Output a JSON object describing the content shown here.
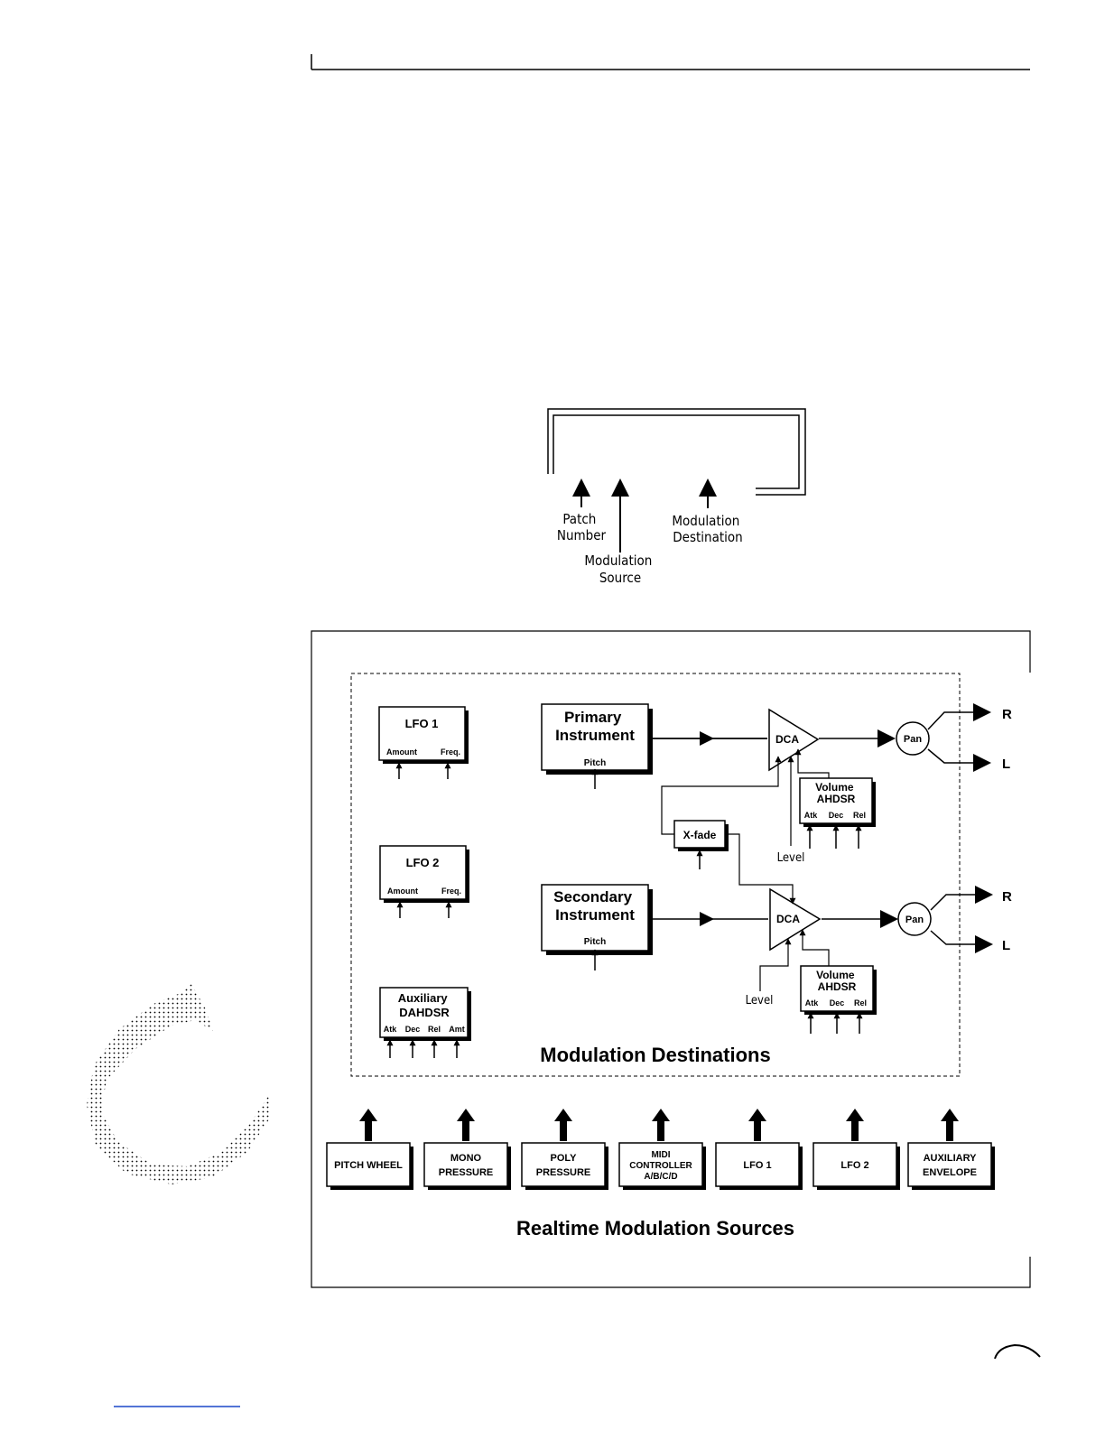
{
  "lcd_callout": {
    "patch_number": [
      "Patch",
      "Number"
    ],
    "modulation_source": [
      "Modulation",
      "Source"
    ],
    "modulation_destination": [
      "Modulation",
      "Destination"
    ]
  },
  "diagram": {
    "lfo1": {
      "title": "LFO 1",
      "amount": "Amount",
      "freq": "Freq."
    },
    "lfo2": {
      "title": "LFO 2",
      "amount": "Amount",
      "freq": "Freq."
    },
    "aux_env": {
      "title": [
        "Auxiliary",
        "DAHDSR"
      ],
      "atk": "Atk",
      "dec": "Dec",
      "rel": "Rel",
      "amt": "Amt"
    },
    "primary": {
      "title": [
        "Primary",
        "Instrument"
      ],
      "pitch": "Pitch"
    },
    "secondary": {
      "title": [
        "Secondary",
        "Instrument"
      ],
      "pitch": "Pitch"
    },
    "dca": "DCA",
    "pan": "Pan",
    "xfade": "X-fade",
    "level": "Level",
    "volume_env": {
      "title": [
        "Volume",
        "AHDSR"
      ],
      "atk": "Atk",
      "dec": "Dec",
      "rel": "Rel"
    },
    "out_r": "R",
    "out_l": "L",
    "destinations_label": "Modulation Destinations",
    "sources": [
      "PITCH WHEEL",
      "MONO\nPRESSURE",
      "POLY\nPRESSURE",
      "MIDI\nCONTROLLER\nA/B/C/D",
      "LFO 1",
      "LFO 2",
      "AUXILIARY\nENVELOPE"
    ],
    "sources_label": "Realtime Modulation Sources"
  }
}
